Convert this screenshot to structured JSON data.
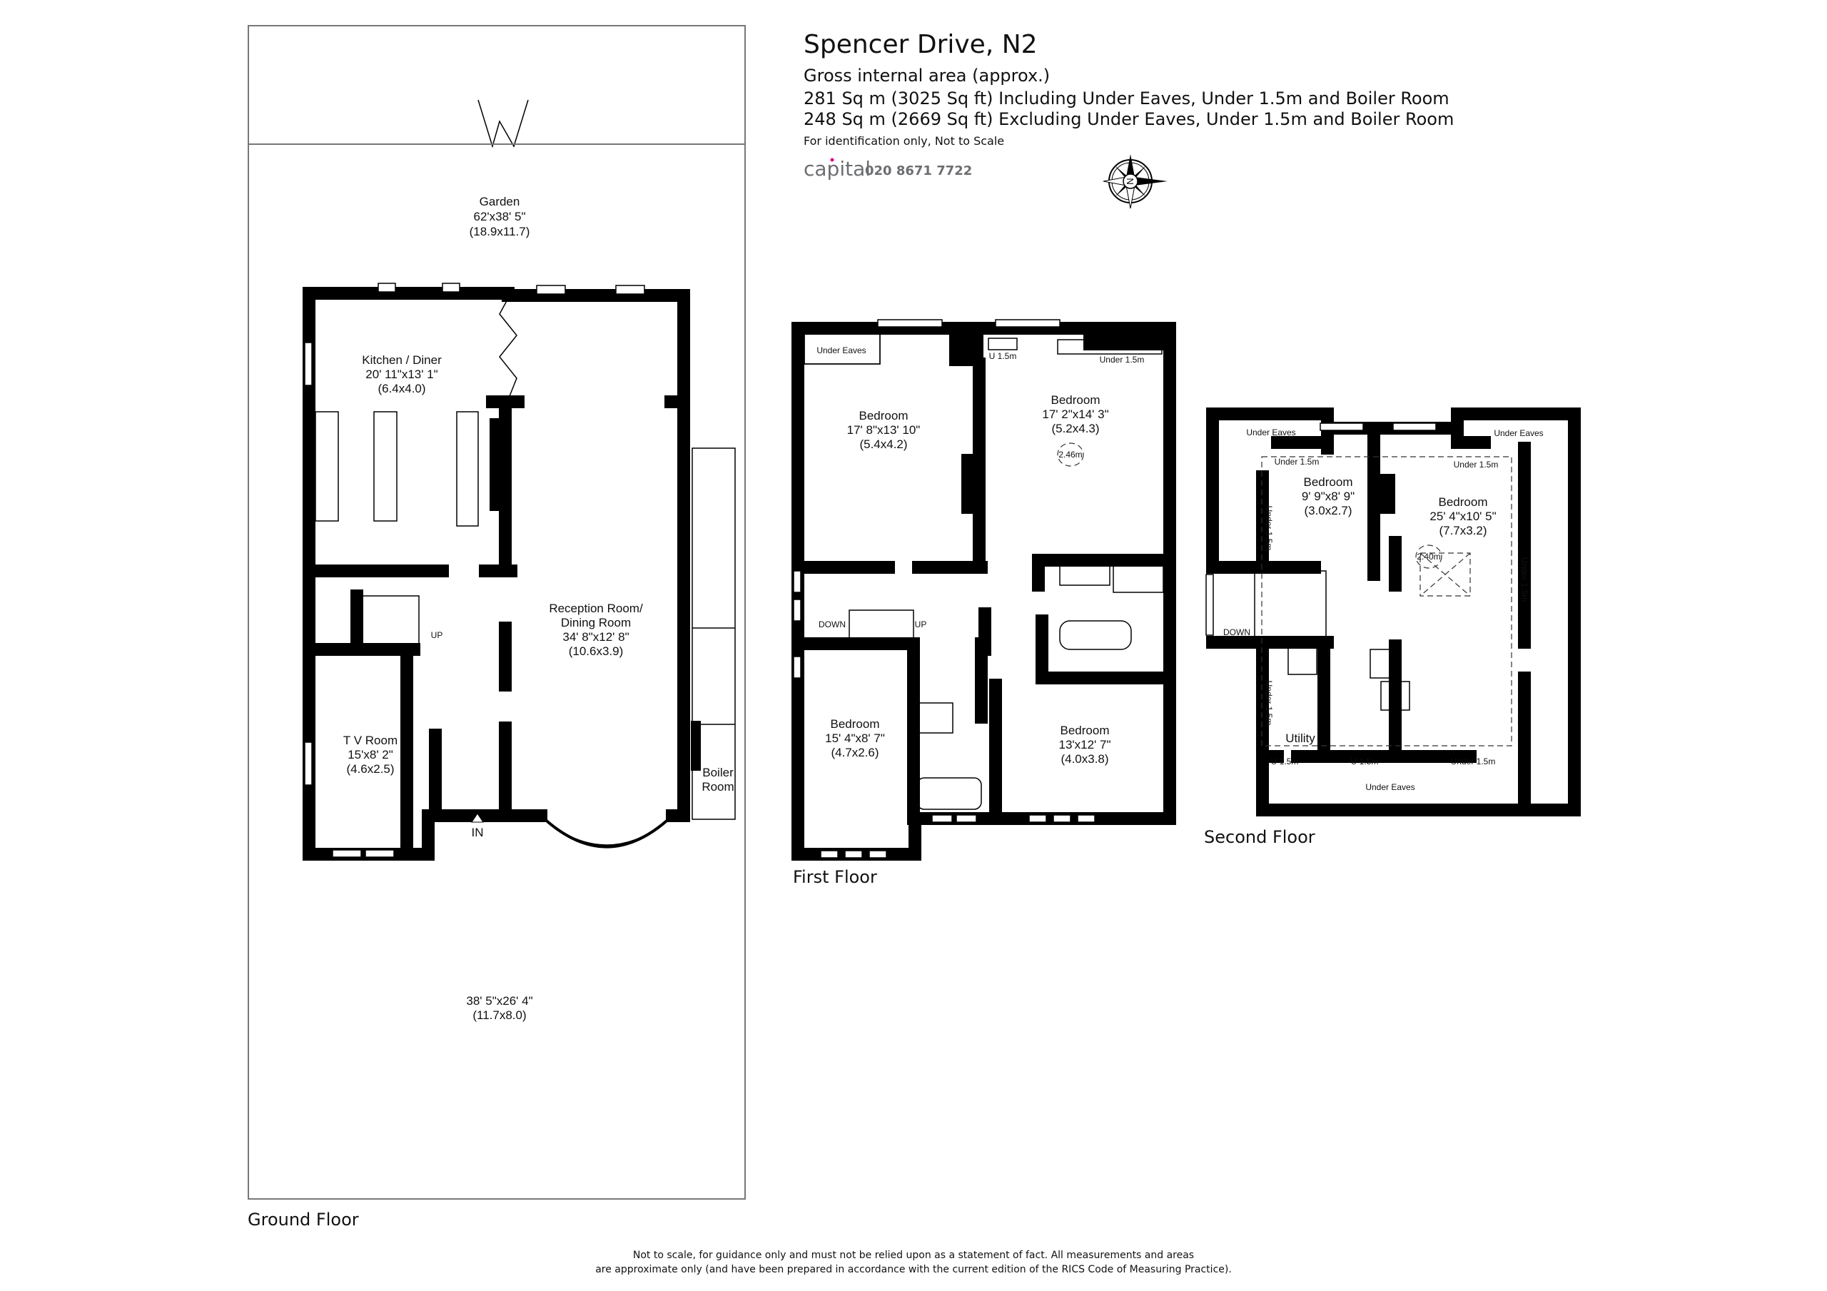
{
  "header": {
    "title": "Spencer Drive, N2",
    "gia_heading": "Gross internal area (approx.)",
    "area_including": "281 Sq m (3025 Sq ft) Including Under Eaves, Under 1.5m and Boiler Room",
    "area_excluding": "248 Sq m (2669 Sq ft) Excluding Under Eaves, Under 1.5m and Boiler Room",
    "note": "For identification only, Not to Scale",
    "logo_text": "capital",
    "phone": "020 8671 7722",
    "logo_color": "#6d6e71",
    "logo_accent": "#e6007e",
    "compass_icon": "compass-rose-icon"
  },
  "ground_floor": {
    "label": "Ground Floor",
    "garden": {
      "name": "Garden",
      "imperial": "62'x38' 5\"",
      "metric": "(18.9x11.7)"
    },
    "front": {
      "imperial": "38' 5\"x26' 4\"",
      "metric": "(11.7x8.0)"
    },
    "kitchen": {
      "name": "Kitchen / Diner",
      "imperial": "20' 11\"x13' 1\"",
      "metric": "(6.4x4.0)"
    },
    "reception": {
      "name1": "Reception Room/",
      "name2": "Dining Room",
      "imperial": "34' 8\"x12' 8\"",
      "metric": "(10.6x3.9)"
    },
    "tv_room": {
      "name": "T V Room",
      "imperial": "15'x8' 2\"",
      "metric": "(4.6x2.5)"
    },
    "boiler": {
      "name1": "Boiler",
      "name2": "Room"
    },
    "up": "UP",
    "entrance": "IN"
  },
  "first_floor": {
    "label": "First Floor",
    "bedroom1": {
      "name": "Bedroom",
      "imperial": "17' 8\"x13' 10\"",
      "metric": "(5.4x4.2)"
    },
    "bedroom2": {
      "name": "Bedroom",
      "imperial": "17' 2\"x14' 3\"",
      "metric": "(5.2x4.3)",
      "height": "2.46m"
    },
    "bedroom3": {
      "name": "Bedroom",
      "imperial": "15' 4\"x8' 7\"",
      "metric": "(4.7x2.6)"
    },
    "bedroom4": {
      "name": "Bedroom",
      "imperial": "13'x12' 7\"",
      "metric": "(4.0x3.8)"
    },
    "under_eaves": "Under Eaves",
    "u15": "U 1.5m",
    "under15": "Under 1.5m",
    "down": "DOWN",
    "up": "UP"
  },
  "second_floor": {
    "label": "Second Floor",
    "bedroom1": {
      "name": "Bedroom",
      "imperial": "9' 9\"x8' 9\"",
      "metric": "(3.0x2.7)"
    },
    "bedroom2": {
      "name": "Bedroom",
      "imperial": "25' 4\"x10' 5\"",
      "metric": "(7.7x3.2)",
      "height": "2.40m"
    },
    "utility": "Utility",
    "under_eaves": "Under Eaves",
    "under15": "Under 1.5m",
    "u15": "U 1.5m",
    "down": "DOWN"
  },
  "footer": {
    "line1": "Not to scale, for guidance only and must not be relied upon as a statement of fact.  All measurements and areas",
    "line2": "are approximate only (and have been prepared in accordance with the current edition of the RICS Code of Measuring Practice)."
  }
}
